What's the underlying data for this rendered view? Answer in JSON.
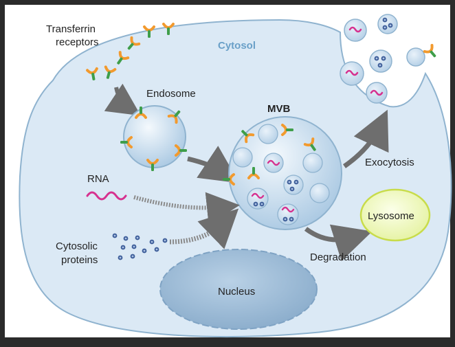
{
  "labels": {
    "transferrin_receptors": [
      "Transferrin",
      "receptors"
    ],
    "cytosol": "Cytosol",
    "endosome": "Endosome",
    "mvb": "MVB",
    "exocytosis": "Exocytosis",
    "rna": "RNA",
    "lysosome": "Lysosome",
    "cytosolic_proteins": [
      "Cytosolic",
      "proteins"
    ],
    "degradation": "Degradation",
    "nucleus": "Nucleus"
  },
  "colors": {
    "cytoplasm": "#dbe9f5",
    "membrane": "#8fb3cf",
    "vesicle": "#c7dcee",
    "nucleus": "#9cbcd9",
    "lysosome_fill": "#e9f5b8",
    "lysosome_edge": "#c8dc4a",
    "receptor_orange": "#f29a2e",
    "receptor_green": "#3f9e4a",
    "rna": "#d6318f",
    "protein": "#3f5f9a",
    "arrow": "#6e6e6e",
    "cytosol_text": "#6aa0c8"
  }
}
